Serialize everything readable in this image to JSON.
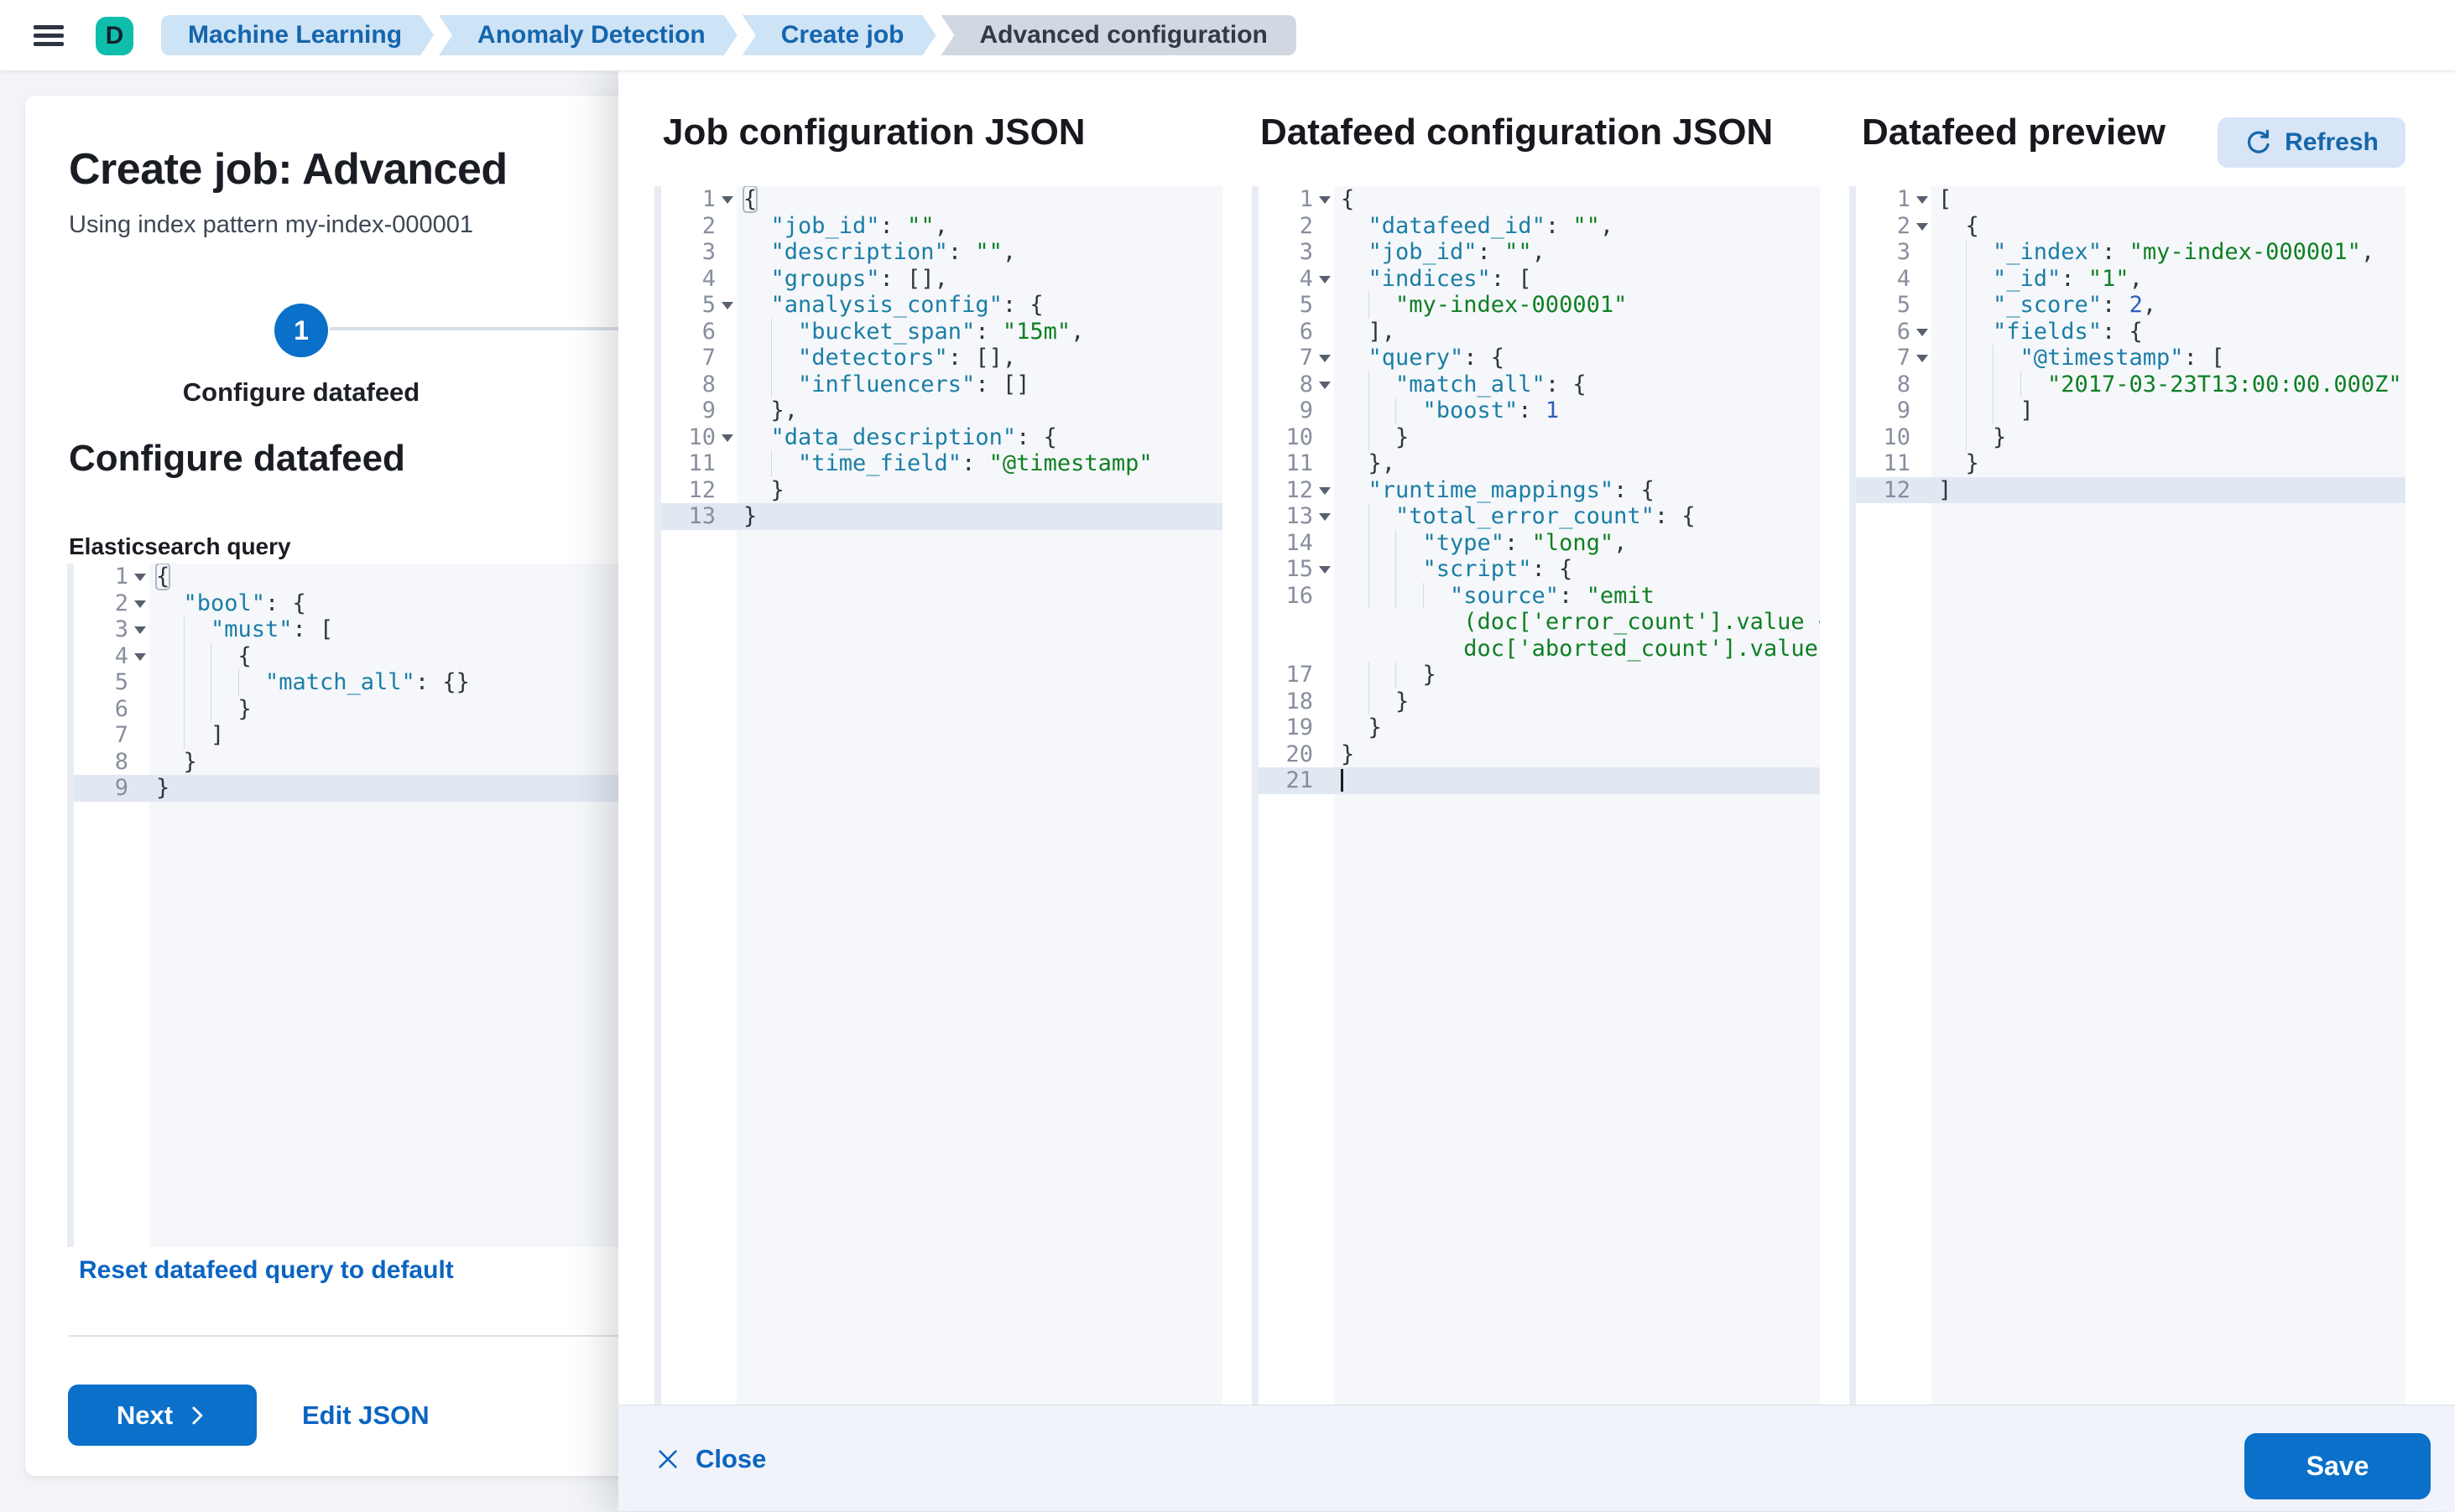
{
  "topbar": {
    "logo_letter": "D",
    "breadcrumbs": [
      {
        "label": "Machine Learning",
        "style": "blue"
      },
      {
        "label": "Anomaly Detection",
        "style": "blue"
      },
      {
        "label": "Create job",
        "style": "blue"
      },
      {
        "label": "Advanced configuration",
        "style": "gray"
      }
    ]
  },
  "wizard": {
    "title": "Create job: Advanced",
    "subtitle": "Using index pattern my-index-000001",
    "step_number": "1",
    "step_label": "Configure datafeed",
    "section_heading": "Configure datafeed",
    "query_label": "Elasticsearch query",
    "reset_link": "Reset datafeed query to default",
    "next_label": "Next",
    "edit_json_label": "Edit JSON"
  },
  "flyout": {
    "columns": [
      "Job configuration JSON",
      "Datafeed configuration JSON",
      "Datafeed preview"
    ],
    "refresh_label": "Refresh",
    "close_label": "Close",
    "save_label": "Save"
  },
  "editors": {
    "es_query": {
      "lines": [
        {
          "n": 1,
          "fold": true,
          "box": true,
          "t": [
            [
              "p",
              "{"
            ]
          ]
        },
        {
          "n": 2,
          "fold": true,
          "t": [
            [
              "p",
              "  "
            ],
            [
              "k",
              "\"bool\""
            ],
            [
              "p",
              ": {"
            ]
          ]
        },
        {
          "n": 3,
          "fold": true,
          "t": [
            [
              "p",
              "    "
            ],
            [
              "k",
              "\"must\""
            ],
            [
              "p",
              ": ["
            ]
          ]
        },
        {
          "n": 4,
          "fold": true,
          "t": [
            [
              "p",
              "      {"
            ]
          ]
        },
        {
          "n": 5,
          "t": [
            [
              "p",
              "        "
            ],
            [
              "k",
              "\"match_all\""
            ],
            [
              "p",
              ": {}"
            ]
          ]
        },
        {
          "n": 6,
          "t": [
            [
              "p",
              "      }"
            ]
          ]
        },
        {
          "n": 7,
          "t": [
            [
              "p",
              "    ]"
            ]
          ]
        },
        {
          "n": 8,
          "t": [
            [
              "p",
              "  }"
            ]
          ]
        },
        {
          "n": 9,
          "active": true,
          "t": [
            [
              "p",
              "}"
            ]
          ]
        }
      ]
    },
    "job_config": {
      "lines": [
        {
          "n": 1,
          "fold": true,
          "box": true,
          "t": [
            [
              "p",
              "{"
            ]
          ]
        },
        {
          "n": 2,
          "t": [
            [
              "p",
              "  "
            ],
            [
              "k",
              "\"job_id\""
            ],
            [
              "p",
              ": "
            ],
            [
              "s",
              "\"\""
            ],
            [
              "p",
              ","
            ]
          ]
        },
        {
          "n": 3,
          "t": [
            [
              "p",
              "  "
            ],
            [
              "k",
              "\"description\""
            ],
            [
              "p",
              ": "
            ],
            [
              "s",
              "\"\""
            ],
            [
              "p",
              ","
            ]
          ]
        },
        {
          "n": 4,
          "t": [
            [
              "p",
              "  "
            ],
            [
              "k",
              "\"groups\""
            ],
            [
              "p",
              ": [],"
            ]
          ]
        },
        {
          "n": 5,
          "fold": true,
          "t": [
            [
              "p",
              "  "
            ],
            [
              "k",
              "\"analysis_config\""
            ],
            [
              "p",
              ": {"
            ]
          ]
        },
        {
          "n": 6,
          "t": [
            [
              "p",
              "    "
            ],
            [
              "k",
              "\"bucket_span\""
            ],
            [
              "p",
              ": "
            ],
            [
              "s",
              "\"15m\""
            ],
            [
              "p",
              ","
            ]
          ]
        },
        {
          "n": 7,
          "t": [
            [
              "p",
              "    "
            ],
            [
              "k",
              "\"detectors\""
            ],
            [
              "p",
              ": [],"
            ]
          ]
        },
        {
          "n": 8,
          "t": [
            [
              "p",
              "    "
            ],
            [
              "k",
              "\"influencers\""
            ],
            [
              "p",
              ": []"
            ]
          ]
        },
        {
          "n": 9,
          "t": [
            [
              "p",
              "  },"
            ]
          ]
        },
        {
          "n": 10,
          "fold": true,
          "t": [
            [
              "p",
              "  "
            ],
            [
              "k",
              "\"data_description\""
            ],
            [
              "p",
              ": {"
            ]
          ]
        },
        {
          "n": 11,
          "t": [
            [
              "p",
              "    "
            ],
            [
              "k",
              "\"time_field\""
            ],
            [
              "p",
              ": "
            ],
            [
              "s",
              "\"@timestamp\""
            ]
          ]
        },
        {
          "n": 12,
          "t": [
            [
              "p",
              "  }"
            ]
          ]
        },
        {
          "n": 13,
          "active": true,
          "t": [
            [
              "p",
              "}"
            ]
          ]
        }
      ]
    },
    "datafeed_config": {
      "lines": [
        {
          "n": 1,
          "fold": true,
          "t": [
            [
              "p",
              "{"
            ]
          ]
        },
        {
          "n": 2,
          "t": [
            [
              "p",
              "  "
            ],
            [
              "k",
              "\"datafeed_id\""
            ],
            [
              "p",
              ": "
            ],
            [
              "s",
              "\"\""
            ],
            [
              "p",
              ","
            ]
          ]
        },
        {
          "n": 3,
          "t": [
            [
              "p",
              "  "
            ],
            [
              "k",
              "\"job_id\""
            ],
            [
              "p",
              ": "
            ],
            [
              "s",
              "\"\""
            ],
            [
              "p",
              ","
            ]
          ]
        },
        {
          "n": 4,
          "fold": true,
          "t": [
            [
              "p",
              "  "
            ],
            [
              "k",
              "\"indices\""
            ],
            [
              "p",
              ": ["
            ]
          ]
        },
        {
          "n": 5,
          "t": [
            [
              "p",
              "    "
            ],
            [
              "s",
              "\"my-index-000001\""
            ]
          ]
        },
        {
          "n": 6,
          "t": [
            [
              "p",
              "  ],"
            ]
          ]
        },
        {
          "n": 7,
          "fold": true,
          "t": [
            [
              "p",
              "  "
            ],
            [
              "k",
              "\"query\""
            ],
            [
              "p",
              ": {"
            ]
          ]
        },
        {
          "n": 8,
          "fold": true,
          "t": [
            [
              "p",
              "    "
            ],
            [
              "k",
              "\"match_all\""
            ],
            [
              "p",
              ": {"
            ]
          ]
        },
        {
          "n": 9,
          "t": [
            [
              "p",
              "      "
            ],
            [
              "k",
              "\"boost\""
            ],
            [
              "p",
              ": "
            ],
            [
              "n",
              "1"
            ]
          ]
        },
        {
          "n": 10,
          "t": [
            [
              "p",
              "    }"
            ]
          ]
        },
        {
          "n": 11,
          "t": [
            [
              "p",
              "  },"
            ]
          ]
        },
        {
          "n": 12,
          "fold": true,
          "t": [
            [
              "p",
              "  "
            ],
            [
              "k",
              "\"runtime_mappings\""
            ],
            [
              "p",
              ": {"
            ]
          ]
        },
        {
          "n": 13,
          "fold": true,
          "t": [
            [
              "p",
              "    "
            ],
            [
              "k",
              "\"total_error_count\""
            ],
            [
              "p",
              ": {"
            ]
          ]
        },
        {
          "n": 14,
          "t": [
            [
              "p",
              "      "
            ],
            [
              "k",
              "\"type\""
            ],
            [
              "p",
              ": "
            ],
            [
              "s",
              "\"long\""
            ],
            [
              "p",
              ","
            ]
          ]
        },
        {
          "n": 15,
          "fold": true,
          "t": [
            [
              "p",
              "      "
            ],
            [
              "k",
              "\"script\""
            ],
            [
              "p",
              ": {"
            ]
          ]
        },
        {
          "n": 16,
          "t": [
            [
              "p",
              "        "
            ],
            [
              "k",
              "\"source\""
            ],
            [
              "p",
              ": "
            ],
            [
              "s",
              "\"emit"
            ]
          ]
        },
        {
          "wrap": true,
          "t": [
            [
              "s",
              "         (doc['error_count'].value +"
            ]
          ]
        },
        {
          "wrap": true,
          "t": [
            [
              "s",
              "         doc['aborted_count'].value)\""
            ]
          ]
        },
        {
          "n": 17,
          "t": [
            [
              "p",
              "      }"
            ]
          ]
        },
        {
          "n": 18,
          "t": [
            [
              "p",
              "    }"
            ]
          ]
        },
        {
          "n": 19,
          "t": [
            [
              "p",
              "  }"
            ]
          ]
        },
        {
          "n": 20,
          "t": [
            [
              "p",
              "}"
            ]
          ]
        },
        {
          "n": 21,
          "active": true,
          "cursor": true,
          "t": [
            [
              "p",
              ""
            ]
          ]
        }
      ]
    },
    "preview": {
      "lines": [
        {
          "n": 1,
          "fold": true,
          "t": [
            [
              "p",
              "["
            ]
          ]
        },
        {
          "n": 2,
          "fold": true,
          "t": [
            [
              "p",
              "  {"
            ]
          ]
        },
        {
          "n": 3,
          "t": [
            [
              "p",
              "    "
            ],
            [
              "k",
              "\"_index\""
            ],
            [
              "p",
              ": "
            ],
            [
              "s",
              "\"my-index-000001\""
            ],
            [
              "p",
              ","
            ]
          ]
        },
        {
          "n": 4,
          "t": [
            [
              "p",
              "    "
            ],
            [
              "k",
              "\"_id\""
            ],
            [
              "p",
              ": "
            ],
            [
              "s",
              "\"1\""
            ],
            [
              "p",
              ","
            ]
          ]
        },
        {
          "n": 5,
          "t": [
            [
              "p",
              "    "
            ],
            [
              "k",
              "\"_score\""
            ],
            [
              "p",
              ": "
            ],
            [
              "n",
              "2"
            ],
            [
              "p",
              ","
            ]
          ]
        },
        {
          "n": 6,
          "fold": true,
          "t": [
            [
              "p",
              "    "
            ],
            [
              "k",
              "\"fields\""
            ],
            [
              "p",
              ": {"
            ]
          ]
        },
        {
          "n": 7,
          "fold": true,
          "t": [
            [
              "p",
              "      "
            ],
            [
              "k",
              "\"@timestamp\""
            ],
            [
              "p",
              ": ["
            ]
          ]
        },
        {
          "n": 8,
          "t": [
            [
              "p",
              "        "
            ],
            [
              "s",
              "\"2017-03-23T13:00:00.000Z\""
            ]
          ]
        },
        {
          "n": 9,
          "t": [
            [
              "p",
              "      ]"
            ]
          ]
        },
        {
          "n": 10,
          "t": [
            [
              "p",
              "    }"
            ]
          ]
        },
        {
          "n": 11,
          "t": [
            [
              "p",
              "  }"
            ]
          ]
        },
        {
          "n": 12,
          "active": true,
          "t": [
            [
              "p",
              "]"
            ]
          ]
        }
      ]
    }
  }
}
